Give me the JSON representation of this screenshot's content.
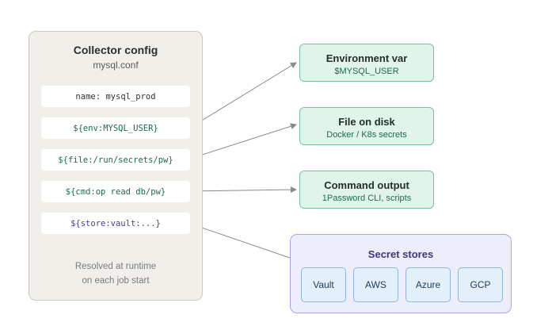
{
  "config": {
    "title": "Collector config",
    "subtitle": "mysql.conf",
    "lines": [
      "name: mysql_prod",
      "${env:MYSQL_USER}",
      "${file:/run/secrets/pw}",
      "${cmd:op read db/pw}",
      "${store:vault:...}"
    ],
    "footer_line1": "Resolved at runtime",
    "footer_line2": "on each job start"
  },
  "sources": [
    {
      "title": "Environment var",
      "subtitle": "$MYSQL_USER"
    },
    {
      "title": "File on disk",
      "subtitle": "Docker / K8s secrets"
    },
    {
      "title": "Command output",
      "subtitle": "1Password CLI, scripts"
    }
  ],
  "stores": {
    "title": "Secret stores",
    "items": [
      "Vault",
      "AWS",
      "Azure",
      "GCP"
    ]
  },
  "colors": {
    "config_panel": "#f1efea",
    "source_fill": "#e0f4ec",
    "source_border": "#73c2a0",
    "stores_fill": "#eeedfb",
    "stores_border": "#a9a6e5",
    "chip_fill": "#e3f0fa",
    "connector": "#8a8a8a"
  }
}
